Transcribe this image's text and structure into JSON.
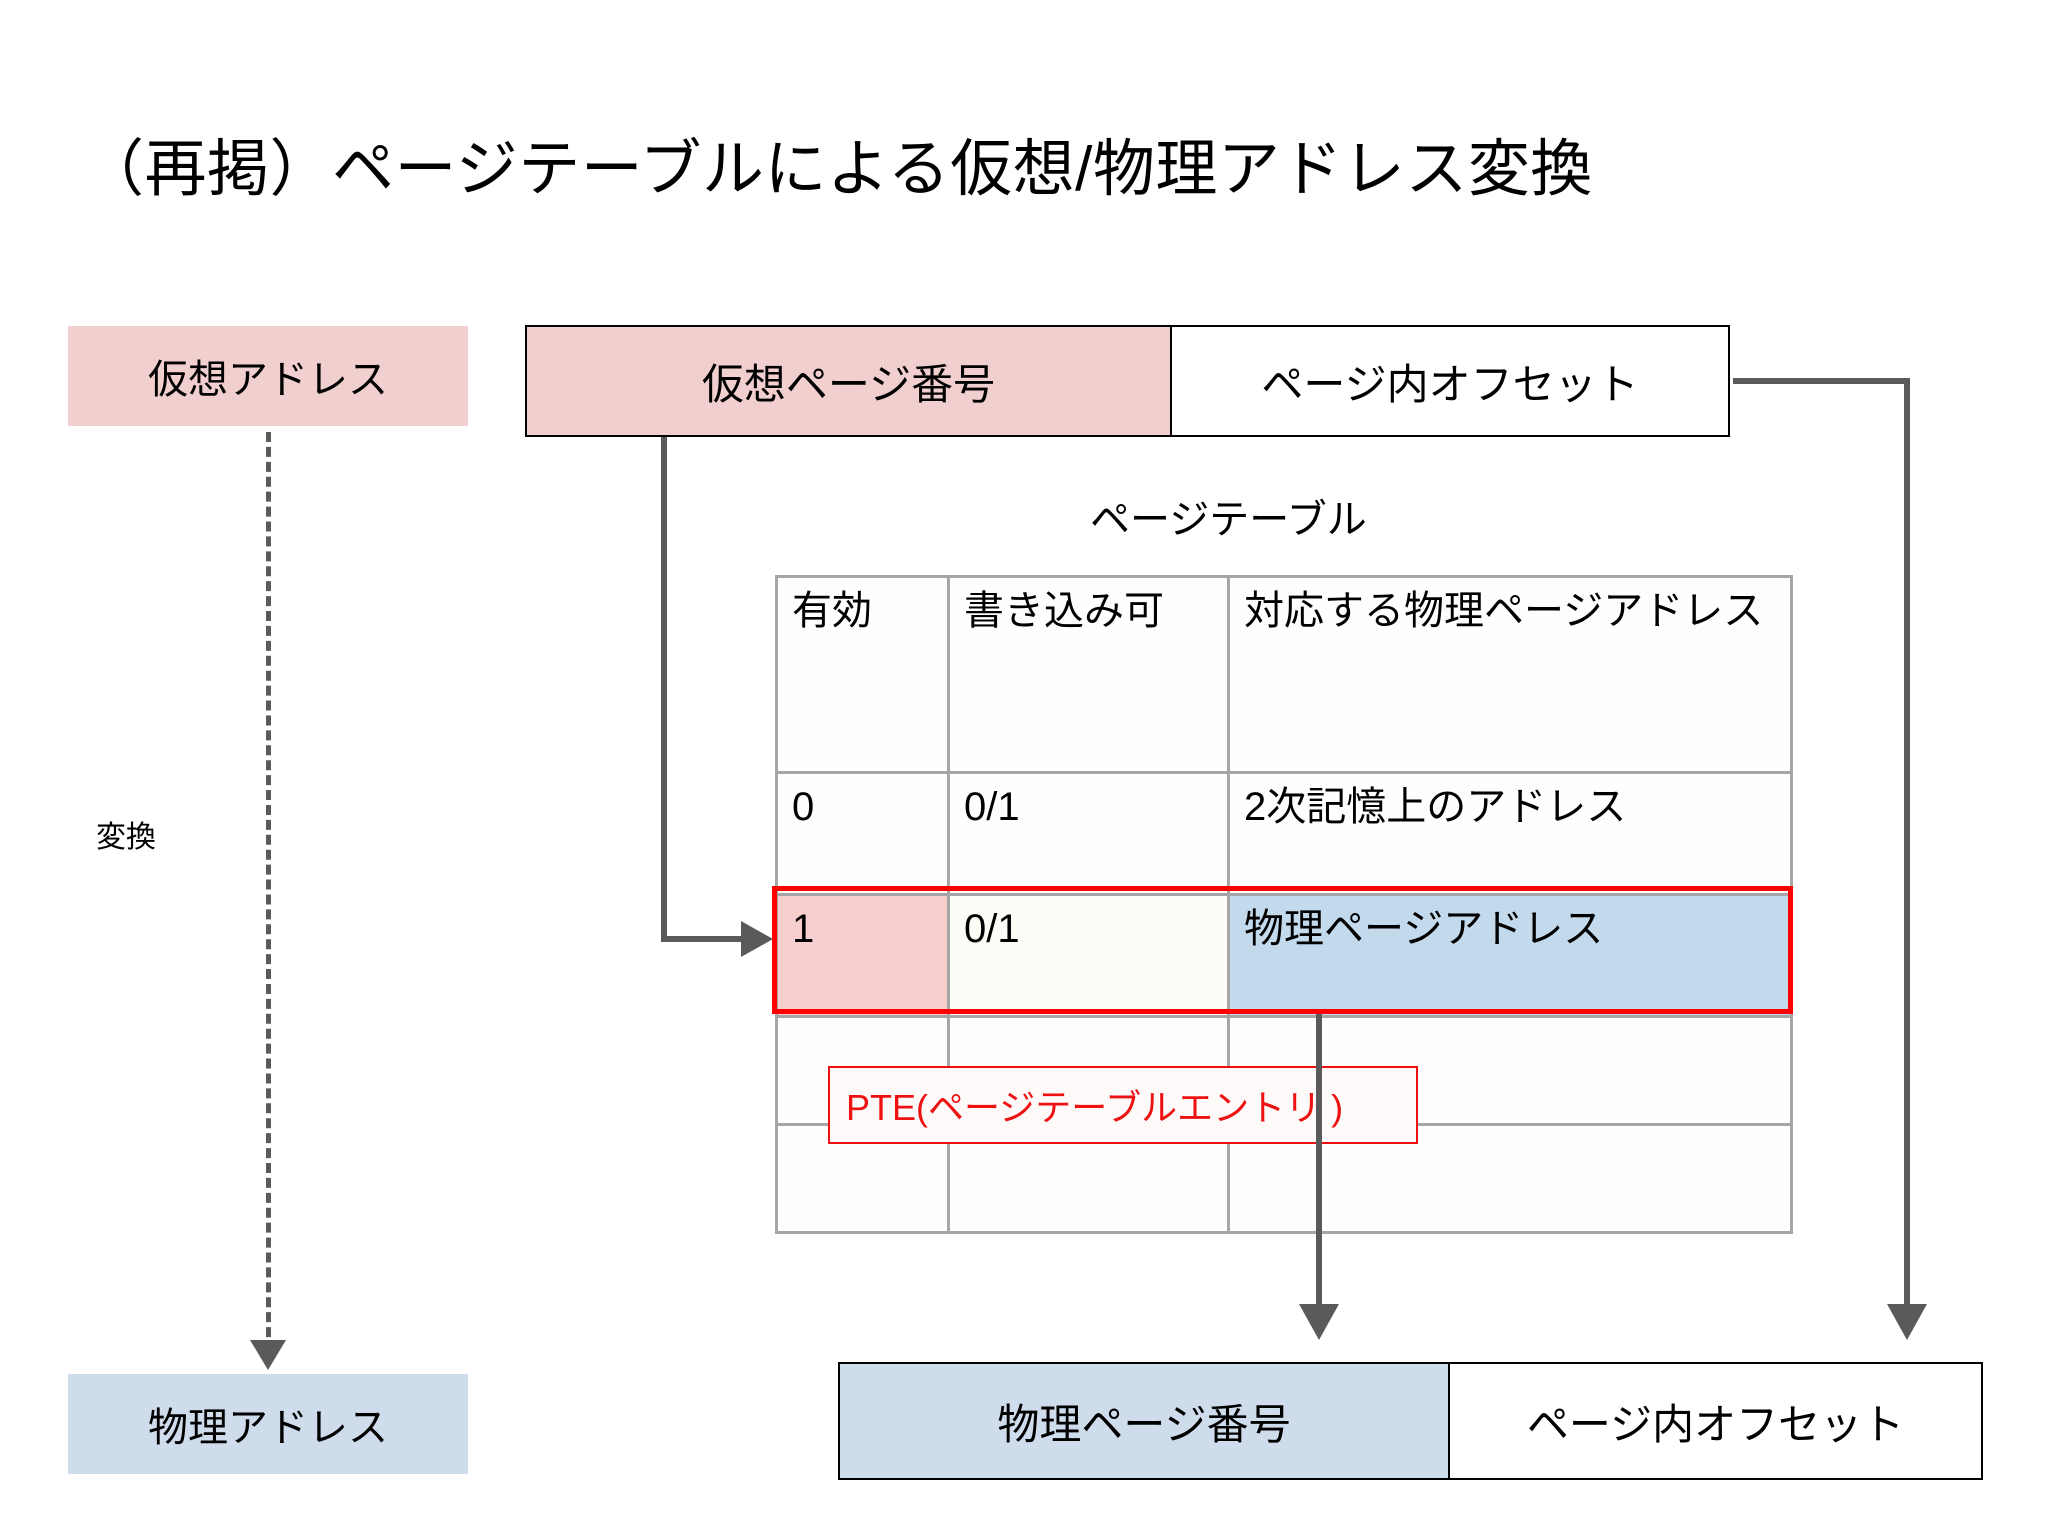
{
  "slide": {
    "title": "（再掲）ページテーブルによる仮想/物理アドレス変換"
  },
  "legend": {
    "virtual_address": "仮想アドレス",
    "physical_address": "物理アドレス",
    "translate_label": "変換"
  },
  "virtual_address_bar": {
    "page_number": "仮想ページ番号",
    "page_offset": "ページ内オフセット"
  },
  "physical_address_bar": {
    "page_number": "物理ページ番号",
    "page_offset": "ページ内オフセット"
  },
  "page_table": {
    "caption": "ページテーブル",
    "headers": [
      "有効",
      "書き込み可",
      "対応する物理ページアドレス"
    ],
    "rows": [
      {
        "valid": "0",
        "writable": "0/1",
        "address": "2次記憶上のアドレス",
        "highlighted": false
      },
      {
        "valid": "1",
        "writable": "0/1",
        "address": "物理ページアドレス",
        "highlighted": true
      },
      {
        "valid": "",
        "writable": "",
        "address": "",
        "highlighted": false
      },
      {
        "valid": "",
        "writable": "",
        "address": "",
        "highlighted": false
      }
    ]
  },
  "annotation": {
    "pte_label": "PTE(ページテーブルエントリ )"
  },
  "colors": {
    "virtual_fill": "#f2cfcf",
    "physical_fill": "#cfdcec",
    "highlight_border": "#ff0000",
    "highlight_valid_fill": "#f7cfcf",
    "highlight_addr_fill": "#c3d9ec",
    "table_border": "#a6a6a6",
    "arrow": "#5a5a5a",
    "annotation_text": "#ee1111"
  }
}
